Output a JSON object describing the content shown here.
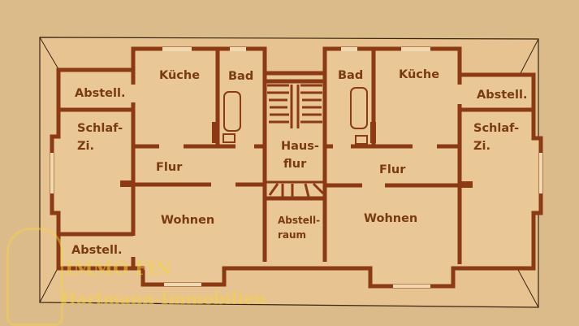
{
  "diagram": {
    "type": "floor-plan",
    "colors": {
      "background": "#dcbb8a",
      "floor": "#e8c594",
      "wall": "#8b3a14",
      "label": "#7a3a12",
      "watermark": "#f5d246"
    },
    "rooms": {
      "left": {
        "abstell_top": "Abstell.",
        "kueche": "Küche",
        "bad": "Bad",
        "schlaf_line1": "Schlaf-",
        "schlaf_line2": "Zi.",
        "flur": "Flur",
        "wohnen": "Wohnen",
        "abstell_bottom": "Abstell."
      },
      "center": {
        "hausflur_line1": "Haus-",
        "hausflur_line2": "flur",
        "abstellraum_line1": "Abstell-",
        "abstellraum_line2": "raum"
      },
      "right": {
        "bad": "Bad",
        "kueche": "Küche",
        "abstell_top": "Abstell.",
        "schlaf_line1": "Schlaf-",
        "schlaf_line2": "Zi.",
        "flur": "Flur",
        "wohnen": "Wohnen"
      }
    },
    "watermark": {
      "line1": "IMMO FIN",
      "line2": "Hartmann-Immobilien"
    }
  }
}
